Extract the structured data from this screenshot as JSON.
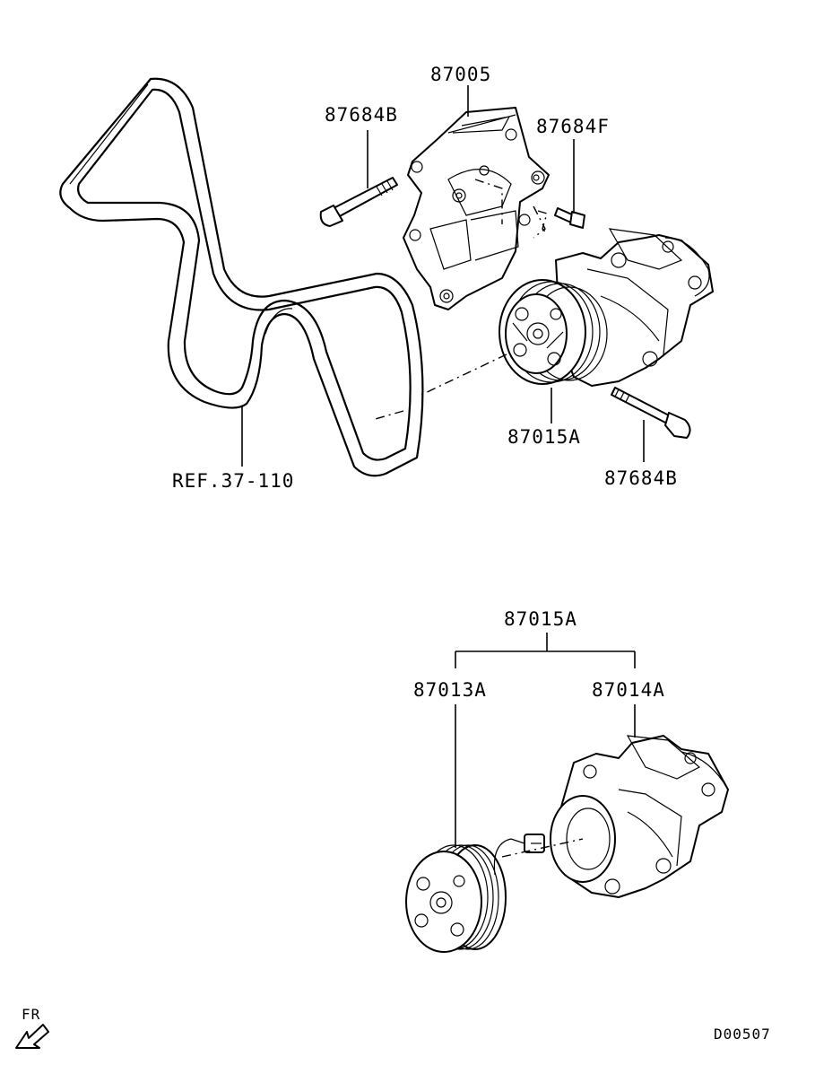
{
  "callouts": {
    "bracket": "87005",
    "bolt_upper_left": "87684B",
    "bolt_upper_right": "87684F",
    "compressor_assy": "87015A",
    "bolt_lower": "87684B",
    "belt_ref": "REF.37-110",
    "assy_detail": "87015A",
    "clutch": "87013A",
    "compressor_body": "87014A"
  },
  "orientation_label": "FR",
  "diagram_code": "D00507"
}
